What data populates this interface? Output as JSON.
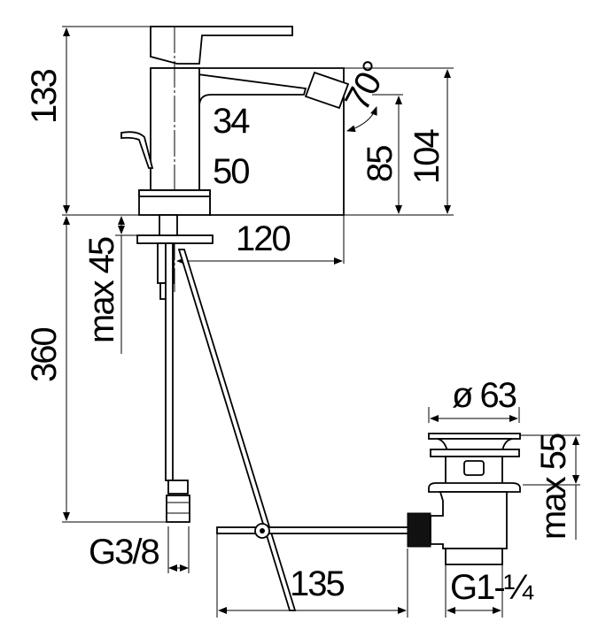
{
  "dimensions": {
    "height_total": "133",
    "height_below_deck": "360",
    "max_deck_thickness": "max 45",
    "body_width": "34",
    "base_width": "50",
    "spout_reach": "120",
    "nozzle_angle": "70°",
    "spout_height_85": "85",
    "spout_height_104": "104",
    "hose_connection": "G3/8",
    "rod_length": "135",
    "waste_diameter": "ø 63",
    "waste_max": "max 55",
    "waste_thread": "G1-¼"
  }
}
